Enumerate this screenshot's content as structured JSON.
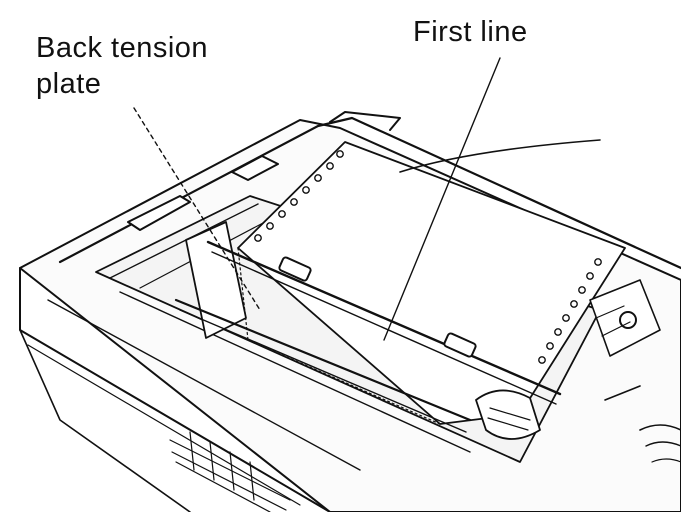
{
  "figure": {
    "labels": {
      "back_tension_plate_line1": "Back tension",
      "back_tension_plate_line2": "plate",
      "first_line": "First line"
    },
    "colors": {
      "ink": "#111111",
      "paper": "#ffffff",
      "body_shade": "#f2f2f2"
    }
  }
}
